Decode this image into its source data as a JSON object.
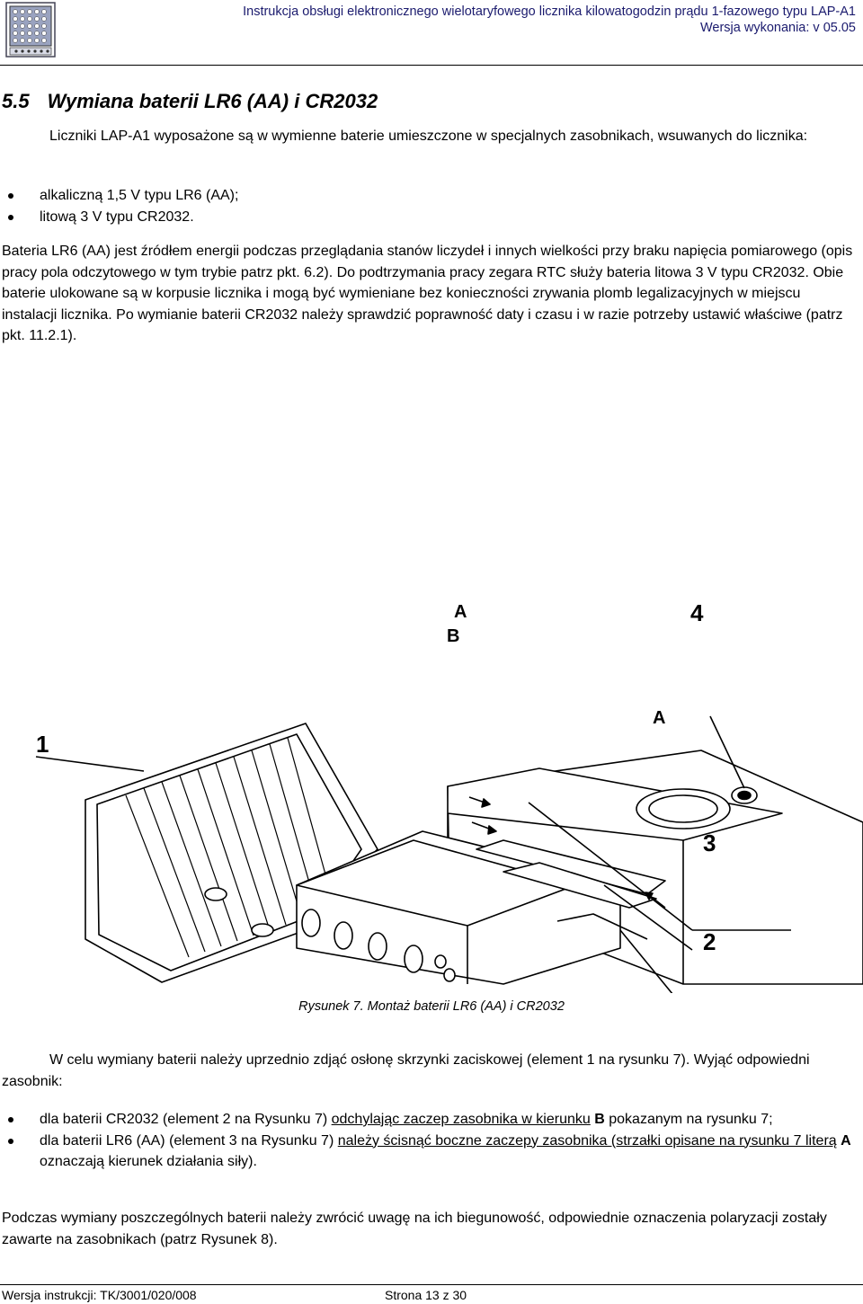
{
  "header": {
    "title": "Instrukcja obsługi elektronicznego wielotaryfowego licznika kilowatogodzin prądu 1-fazowego typu LAP-A1",
    "version": "Wersja wykonania: v 05.05"
  },
  "section": {
    "number": "5.5",
    "title": "Wymiana baterii LR6 (AA) i CR2032"
  },
  "intro": "Liczniki LAP-A1 wyposażone są w wymienne baterie umieszczone w specjalnych zasobnikach, wsuwanych do licznika:",
  "battery_types": [
    "alkaliczną 1,5 V typu LR6 (AA);",
    "litową 3 V typu CR2032."
  ],
  "para2": "Bateria LR6 (AA) jest źródłem energii podczas przeglądania stanów liczydeł i innych wielkości przy braku napięcia pomiarowego (opis pracy pola odczytowego w tym trybie patrz pkt. 6.2). Do podtrzymania pracy zegara RTC służy bateria litowa 3 V typu CR2032. Obie baterie ulokowane są w korpusie licznika i mogą być wymieniane bez konieczności zrywania plomb legalizacyjnych w miejscu instalacji licznika. Po wymianie baterii CR2032 należy sprawdzić poprawność daty i czasu i w razie potrzeby ustawić właściwe (patrz pkt. 11.2.1).",
  "figure": {
    "labels": {
      "one": "1",
      "two": "2",
      "three": "3",
      "four": "4",
      "a1": "A",
      "a2": "A",
      "b": "B"
    },
    "caption": "Rysunek 7. Montaż baterii LR6 (AA) i CR2032"
  },
  "para3": "W celu wymiany baterii należy uprzednio zdjąć osłonę skrzynki zaciskowej (element 1 na rysunku 7). Wyjąć odpowiedni zasobnik:",
  "steps": [
    {
      "pre": "dla baterii CR2032 (element 2 na Rysunku 7) ",
      "emph": "odchylając zaczep zasobnika w kierunku",
      "letter": "B",
      "post": " pokazanym na rysunku 7;"
    },
    {
      "pre": "dla baterii LR6 (AA) (element 3 na Rysunku 7) ",
      "emph": "należy ścisnąć boczne zaczepy zasobnika (strzałki opisane na rysunku 7 literą",
      "letter": "A",
      "post": " oznaczają kierunek działania siły)."
    }
  ],
  "para4": "Podczas wymiany poszczególnych baterii należy zwrócić uwagę na ich biegunowość, odpowiednie oznaczenia polaryzacji zostały zawarte na zasobnikach (patrz Rysunek 8).",
  "footer": {
    "left": "Wersja instrukcji: TK/3001/020/008",
    "center": "Strona 13 z 30"
  }
}
